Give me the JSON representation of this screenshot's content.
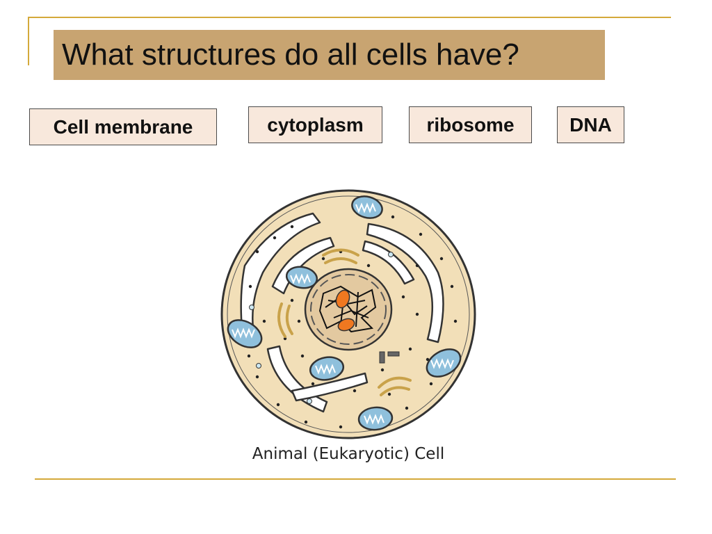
{
  "slide": {
    "title": "What structures do all cells have?",
    "labels": {
      "cell_membrane": "Cell membrane",
      "cytoplasm": "cytoplasm",
      "ribosome": "ribosome",
      "dna": "DNA"
    },
    "diagram_caption": "Animal (Eukaryotic) Cell"
  },
  "colors": {
    "accent_line": "#d4a93a",
    "title_background": "#c8a471",
    "label_background": "#f8e8dc",
    "cytoplasm_fill": "#f2dfb8",
    "mitochondria_fill": "#8fc0dc",
    "nucleolus_fill": "#f07820"
  },
  "icons": [
    "cell-diagram-icon"
  ]
}
